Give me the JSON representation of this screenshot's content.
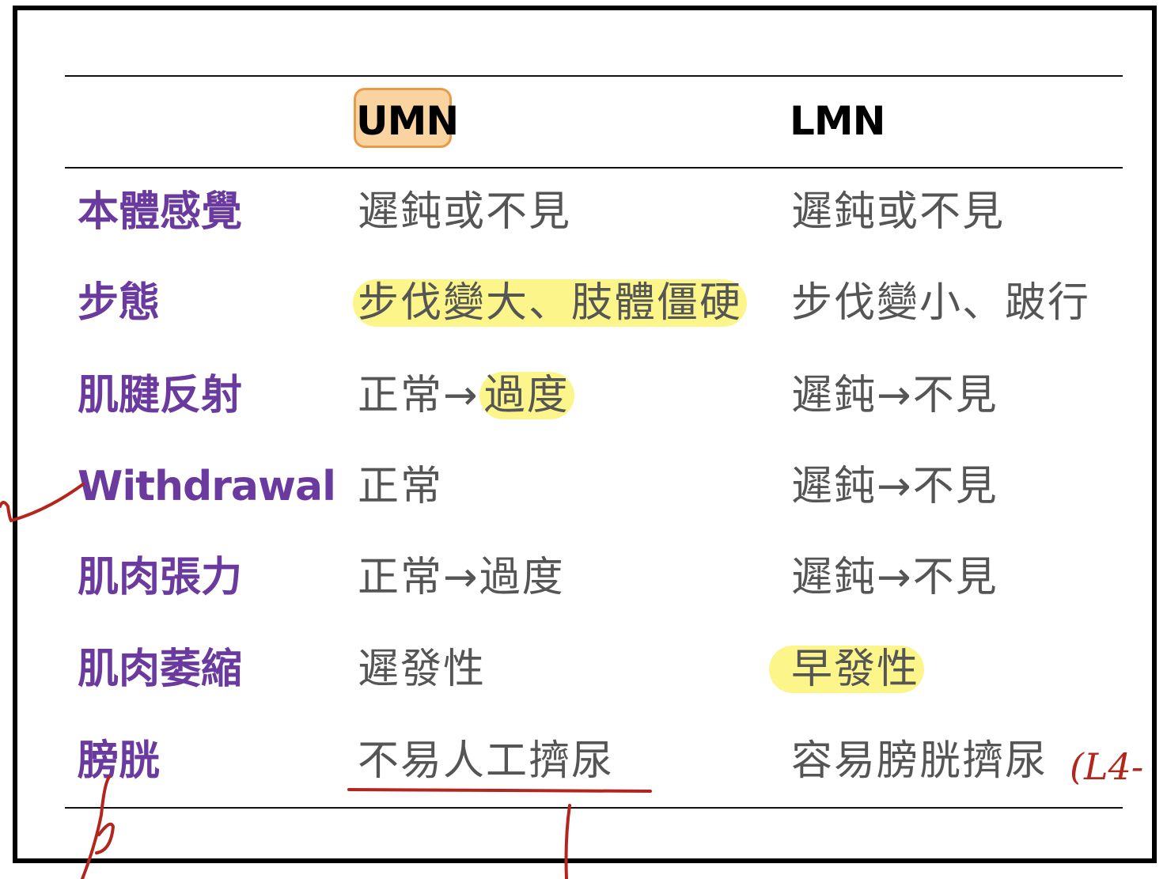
{
  "table": {
    "headers": {
      "umn": "UMN",
      "lmn": "LMN"
    },
    "rows": [
      {
        "label": "本體感覺",
        "umn": "遲鈍或不見",
        "lmn": "遲鈍或不見"
      },
      {
        "label": "步態",
        "umn": "步伐變大、肢體僵硬",
        "lmn": "步伐變小、跛行",
        "umn_highlight": true
      },
      {
        "label": "肌腱反射",
        "umn_pre": "正常→",
        "umn_hl": "過度",
        "lmn": "遲鈍→不見"
      },
      {
        "label": "Withdrawal",
        "umn": "正常",
        "lmn": "遲鈍→不見"
      },
      {
        "label": "肌肉張力",
        "umn": "正常→過度",
        "lmn": "遲鈍→不見"
      },
      {
        "label": "肌肉萎縮",
        "umn": "遲發性",
        "lmn": "早發性",
        "lmn_highlight": true
      },
      {
        "label": "膀胱",
        "umn": "不易人工擠尿",
        "lmn": "容易膀胱擠尿",
        "umn_underline": true
      }
    ]
  },
  "annotations": {
    "right_note": "(L4-",
    "colors": {
      "ink": "#b3261e",
      "label": "#6a3a9e",
      "highlight": "#fbf58a",
      "umn_badge_fill": "#f9d3a0",
      "umn_badge_border": "#e89a48",
      "cell_text": "#555555"
    }
  }
}
